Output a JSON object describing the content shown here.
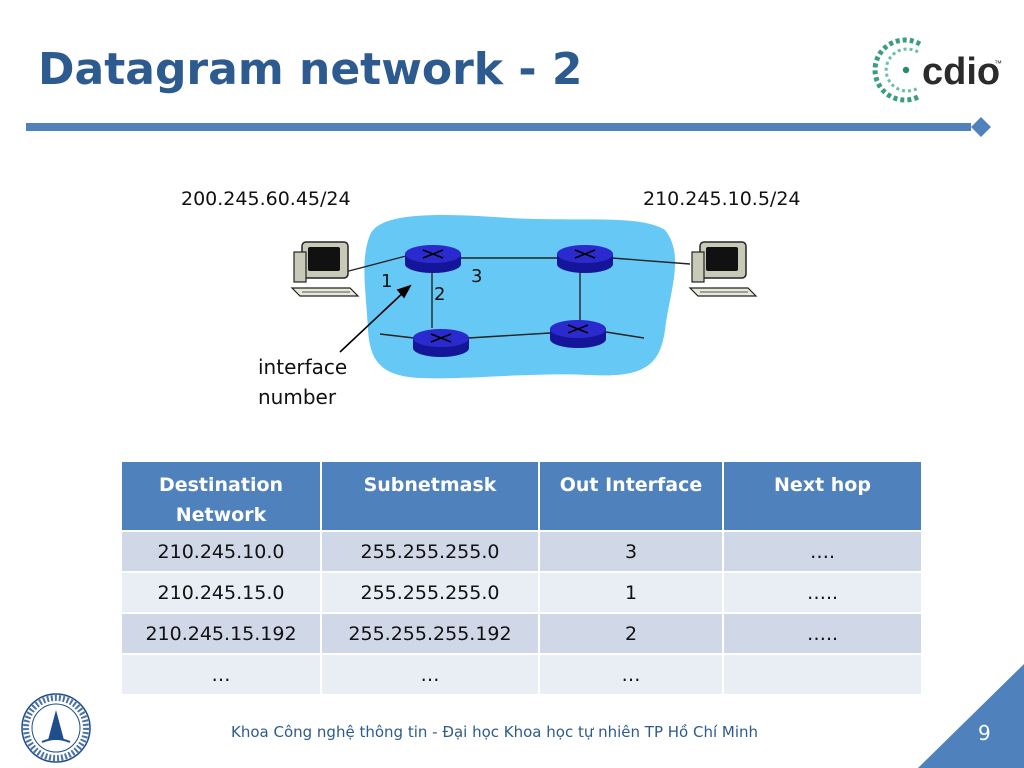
{
  "slide": {
    "title": "Datagram network - 2",
    "page_number": "9",
    "footer": "Khoa Công nghệ thông tin - Đại học Khoa học tự nhiên TP Hồ Chí Minh",
    "brand_logo_text": "cdio",
    "brand_logo_tm": "™"
  },
  "diagram": {
    "left_host_ip": "200.245.60.45/24",
    "right_host_ip": "210.245.10.5/24",
    "interface_labels": [
      "1",
      "2",
      "3"
    ],
    "caption_line1": "interface",
    "caption_line2": "number",
    "network_color": "#66c8f5",
    "router_color": "#1f1fbf"
  },
  "table": {
    "headers": [
      "Destination Network",
      "Subnetmask",
      "Out Interface",
      "Next hop"
    ],
    "rows": [
      [
        "210.245.10.0",
        "255.255.255.0",
        "3",
        "…."
      ],
      [
        "210.245.15.0",
        "255.255.255.0",
        "1",
        "….."
      ],
      [
        "210.245.15.192",
        "255.255.255.192",
        "2",
        "….."
      ],
      [
        "…",
        "…",
        "…",
        ""
      ]
    ]
  },
  "colors": {
    "title": "#2e5b8f",
    "table_header": "#4f81bd",
    "row_odd": "#d0d8e8",
    "row_even": "#e9edf4",
    "accent": "#4f81bd"
  }
}
